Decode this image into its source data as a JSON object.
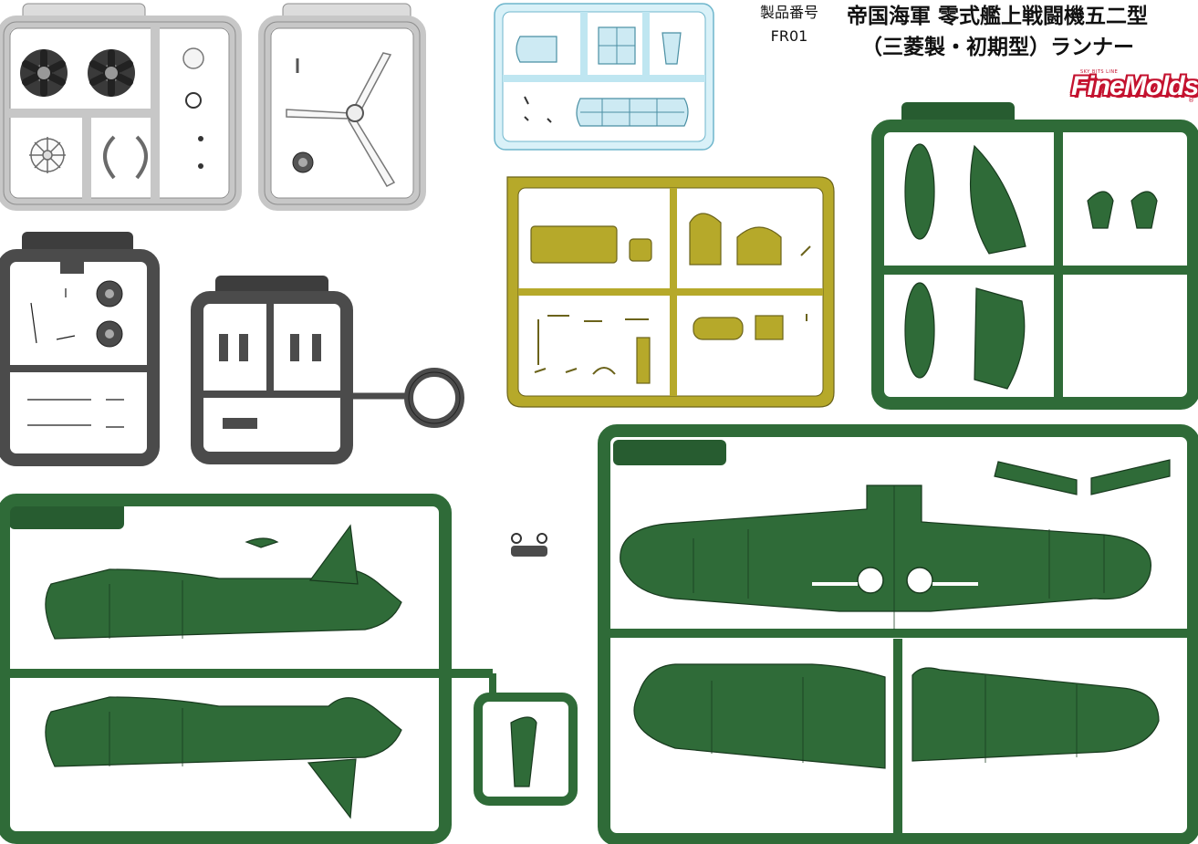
{
  "header": {
    "product_code_label": "製品番号",
    "product_code": "FR01",
    "title_line1": "帝国海軍 零式艦上戦闘機五二型",
    "title_line2": "（三菱製・初期型）ランナー"
  },
  "logo": {
    "brand": "FineMolds",
    "small_text": "SKY BITS LINE",
    "registered": "®"
  },
  "colors": {
    "white_runner": "#eeeeee",
    "clear_runner": "#d5f0f7",
    "yellow_runner": "#b6a92a",
    "dark_runner": "#4b4b4b",
    "green_runner": "#2f6b38",
    "brand_red": "#c4122f"
  }
}
